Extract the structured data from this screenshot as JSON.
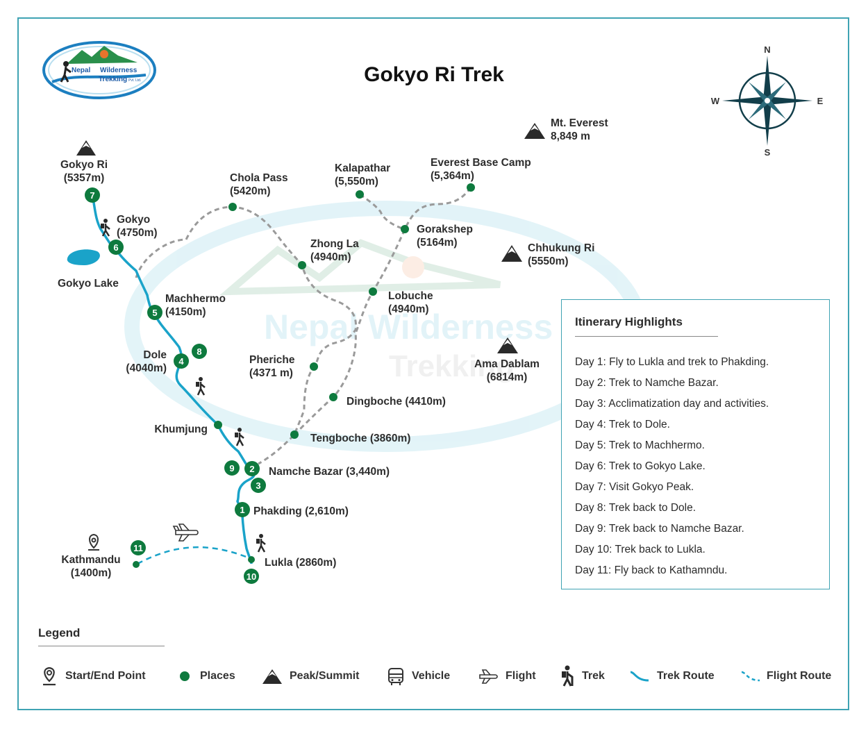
{
  "title": "Gokyo Ri Trek",
  "logo": {
    "line1": "Nepal",
    "line2": "Wilderness",
    "line3": "Trekking",
    "line4": "Pvt. Ltd."
  },
  "watermark": {
    "line1": "Nepal Wilderness",
    "line2": "Trekking"
  },
  "compass": {
    "n": "N",
    "s": "S",
    "e": "E",
    "w": "W"
  },
  "places": {
    "gokyo_ri": [
      "Gokyo Ri",
      "(5357m)"
    ],
    "gokyo": [
      "Gokyo",
      "(4750m)"
    ],
    "gokyo_lake": [
      "Gokyo Lake"
    ],
    "machhermo": [
      "Machhermo",
      "(4150m)"
    ],
    "dole": [
      "Dole",
      "(4040m)"
    ],
    "khumjung": [
      "Khumjung"
    ],
    "namche": [
      "Namche Bazar (3,440m)"
    ],
    "phakding": [
      "Phakding (2,610m)"
    ],
    "lukla": [
      "Lukla (2860m)"
    ],
    "kathmandu": [
      "Kathmandu",
      "(1400m)"
    ],
    "chola_pass": [
      "Chola Pass",
      "(5420m)"
    ],
    "zhong_la": [
      "Zhong La",
      "(4940m)"
    ],
    "kalapathar": [
      "Kalapathar",
      "(5,550m)"
    ],
    "ebc": [
      "Everest Base Camp",
      "(5,364m)"
    ],
    "gorakshep": [
      "Gorakshep",
      "(5164m)"
    ],
    "lobuche": [
      "Lobuche",
      "(4940m)"
    ],
    "pheriche": [
      "Pheriche",
      "(4371 m)"
    ],
    "dingboche": [
      "Dingboche (4410m)"
    ],
    "tengboche": [
      "Tengboche (3860m)"
    ],
    "everest": [
      "Mt. Everest",
      "8,849 m"
    ],
    "chhukung": [
      "Chhukung Ri",
      "(5550m)"
    ],
    "ama_dablam": [
      "Ama Dablam",
      "(6814m)"
    ]
  },
  "day_markers": [
    "1",
    "2",
    "3",
    "4",
    "5",
    "6",
    "7",
    "8",
    "9",
    "10",
    "11"
  ],
  "itinerary": {
    "title": "Itinerary Highlights",
    "days": [
      "Day 1: Fly to Lukla and trek to Phakding.",
      "Day 2: Trek to Namche Bazar.",
      "Day 3: Acclimatization day and activities.",
      "Day 4: Trek to Dole.",
      "Day 5: Trek to Machhermo.",
      "Day 6: Trek to Gokyo Lake.",
      "Day 7: Visit Gokyo Peak.",
      "Day 8: Trek back to Dole.",
      "Day 9: Trek back to Namche Bazar.",
      "Day 10: Trek back to Lukla.",
      "Day 11: Fly back to Kathamndu."
    ]
  },
  "legend": {
    "title": "Legend",
    "items": [
      "Start/End Point",
      "Places",
      "Peak/Summit",
      "Vehicle",
      "Flight",
      "Trek",
      "Trek Route",
      "Flight Route"
    ]
  },
  "colors": {
    "trek_route": "#1aa3c9",
    "place": "#0e7a3e",
    "border": "#3fa3b3",
    "dashed": "#9a9a9a"
  }
}
